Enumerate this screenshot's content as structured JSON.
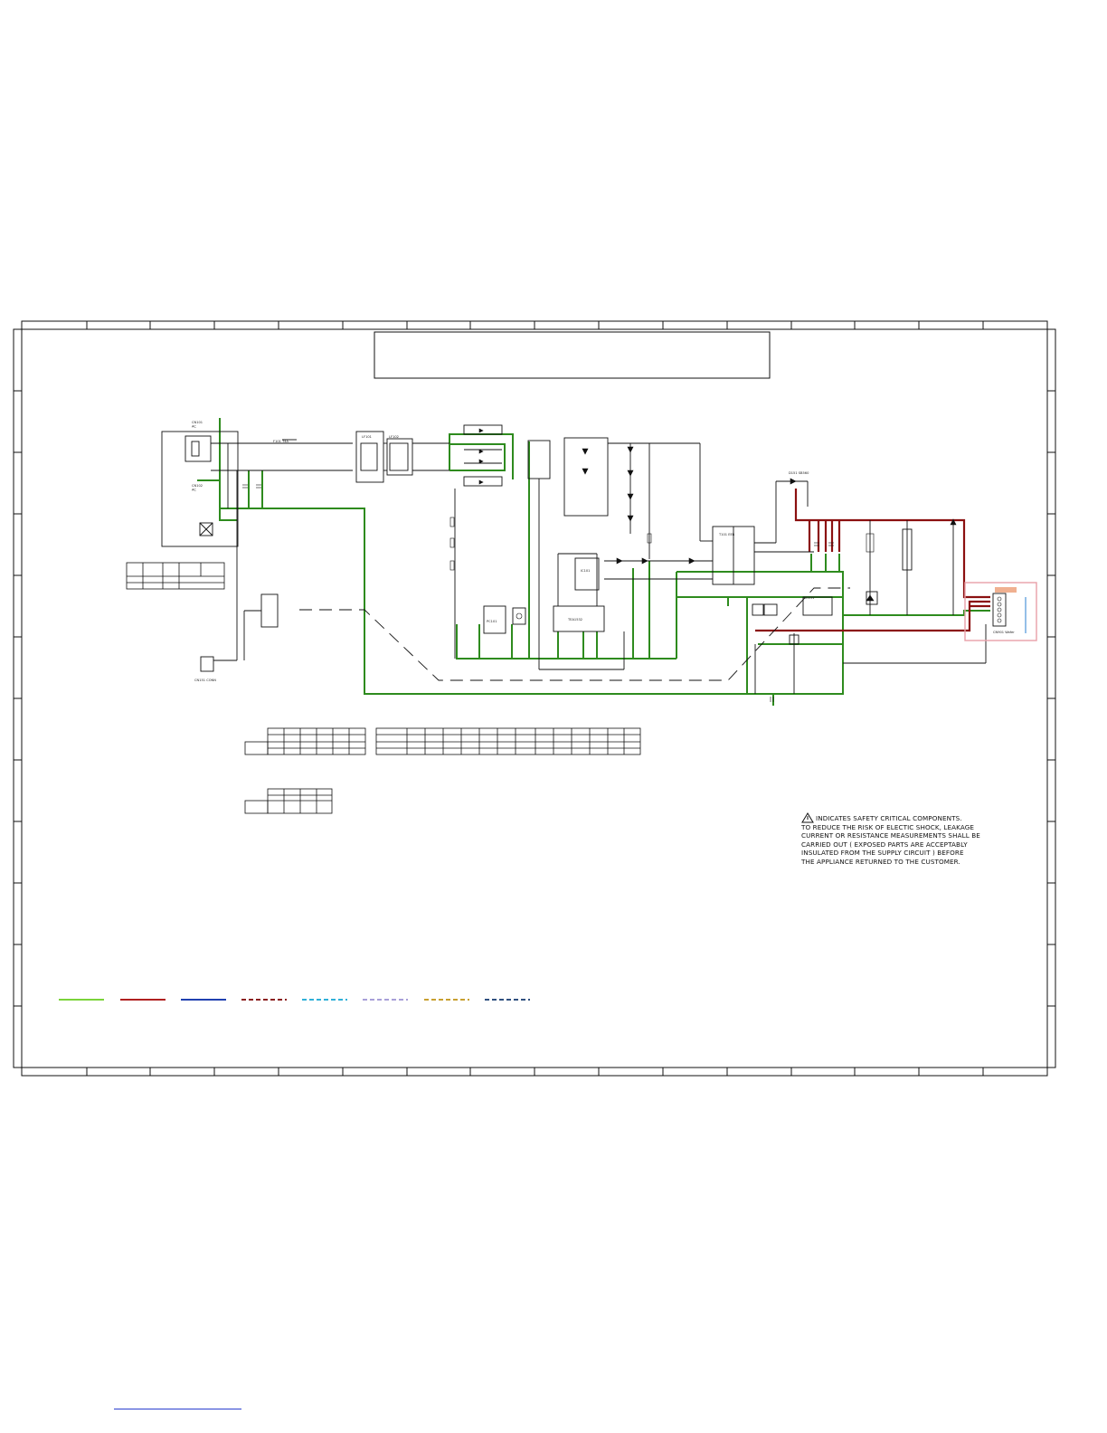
{
  "title_block": {
    "text": ""
  },
  "safety_note": {
    "line1": "INDICATES SAFETY CRITICAL COMPONENTS.",
    "line2": "TO REDUCE THE RISK OF ELECTIC SHOCK, LEAKAGE",
    "line3": "CURRENT OR RESISTANCE MEASUREMENTS SHALL BE",
    "line4": "CARRIED OUT ( EXPOSED PARTS ARE ACCEPTABLY",
    "line5": "INSULATED FROM THE SUPPLY CIRCUIT ) BEFORE",
    "line6": "THE APPLIANCE RETURNED TO THE CUSTOMER."
  },
  "labels": {
    "ac_in_top": "CN101\nAC",
    "ac_in_bot": "CN102\nAC",
    "fuse": "F101  T4A",
    "cn_bottom": "CN151  CONN",
    "ic_main": "TEA1532",
    "ic_small": "IC101",
    "transformer": "T101  EER",
    "opto": "PC101",
    "out_conn": "CN901  Wafer",
    "filter1": "LF101",
    "filter2": "LF102",
    "diode_top": "D151  SB560",
    "regulator": "IC151"
  },
  "colors": {
    "green_trace": "#2e8b1e",
    "red_trace": "#8b1010",
    "black_trace": "#111111",
    "highlight_box": "#e8a0a8",
    "highlight_fill": "#f0b090"
  },
  "legend": [
    {
      "name": "legend-solid-green",
      "color": "#7bd33a",
      "style": "solid"
    },
    {
      "name": "legend-solid-red",
      "color": "#b02020",
      "style": "solid"
    },
    {
      "name": "legend-solid-blue",
      "color": "#2040b0",
      "style": "solid"
    },
    {
      "name": "legend-dash-darkred",
      "color": "#8b2020",
      "style": "dash"
    },
    {
      "name": "legend-dash-cyan",
      "color": "#30b0d8",
      "style": "dash"
    },
    {
      "name": "legend-dash-lavender",
      "color": "#a8a0d8",
      "style": "dash"
    },
    {
      "name": "legend-dash-gold",
      "color": "#c8a030",
      "style": "dash"
    },
    {
      "name": "legend-dash-navy",
      "color": "#305080",
      "style": "dash"
    }
  ]
}
